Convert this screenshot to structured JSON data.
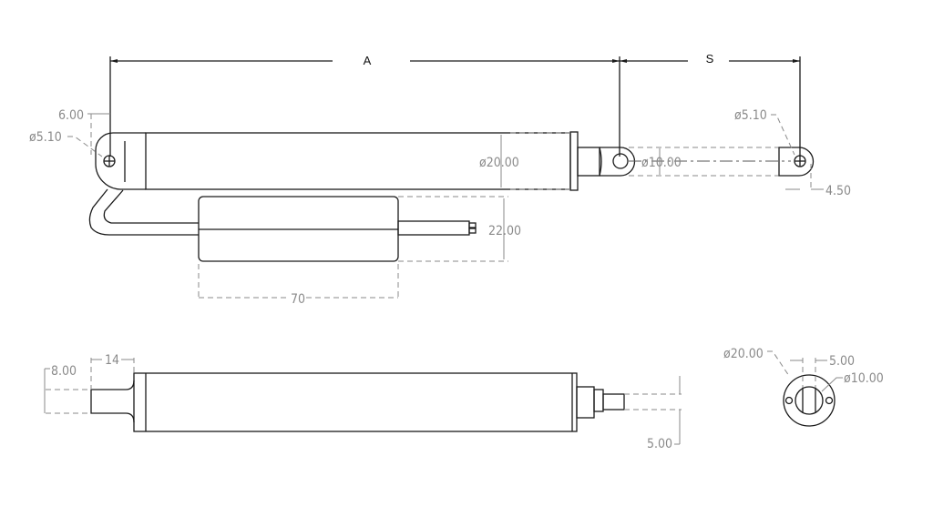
{
  "dimensions": {
    "A": "A",
    "S": "S",
    "rear_offset": "6.00",
    "rear_hole": "ø5.10",
    "body_dia": "ø20.00",
    "rod_dia": "ø10.00",
    "front_hole": "ø5.10",
    "front_offset": "4.50",
    "box_height": "22.00",
    "box_length": "70",
    "tab_width": "8.00",
    "tab_length": "14",
    "rod_end_thickness": "5.00",
    "end_body_dia": "ø20.00",
    "end_slot": "5.00",
    "end_rod_dia": "ø10.00"
  }
}
